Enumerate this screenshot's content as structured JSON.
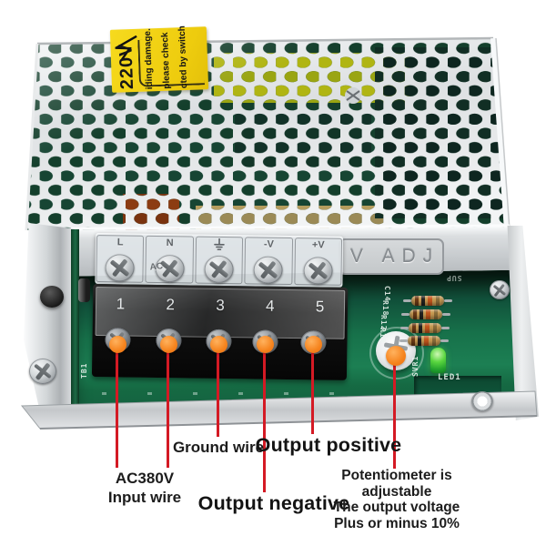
{
  "annotations": {
    "input_wire_line1": "AC380V",
    "input_wire_line2": "Input wire",
    "ground_wire": "Ground wire",
    "output_positive": "Output positive",
    "output_negative": "Output negative",
    "potentiometer_line1": "Potentiometer is adjustable",
    "potentiometer_line2": "The output voltage",
    "potentiometer_line3": "Plus or minus 10%"
  },
  "device": {
    "warning_label": {
      "voltage": "220V",
      "text_lines": [
        "cted by switch",
        "please check",
        "iding damage."
      ]
    },
    "front_panel": {
      "v_adj": "V ADJ",
      "ac_marking": "AC",
      "terminal_labels": {
        "l": "L",
        "n": "N",
        "ground_icon": "earth-ground-icon",
        "negative": "-V",
        "positive": "+V"
      }
    },
    "terminal_numbers": [
      "1",
      "2",
      "3",
      "4",
      "5"
    ],
    "silkscreen": {
      "c14": "C14",
      "r18": "R18",
      "r12": "R12",
      "r13": "R13",
      "svr1": "SVR1",
      "led1": "LED1",
      "tb1": "TB1",
      "sup": "SUP"
    }
  },
  "colors": {
    "annotation_red": "#d41a24",
    "terminal_dot_orange": "#f08122",
    "warning_label_yellow": "#f2d013",
    "pcb_green": "#17714a",
    "led_green": "#35c43c"
  }
}
